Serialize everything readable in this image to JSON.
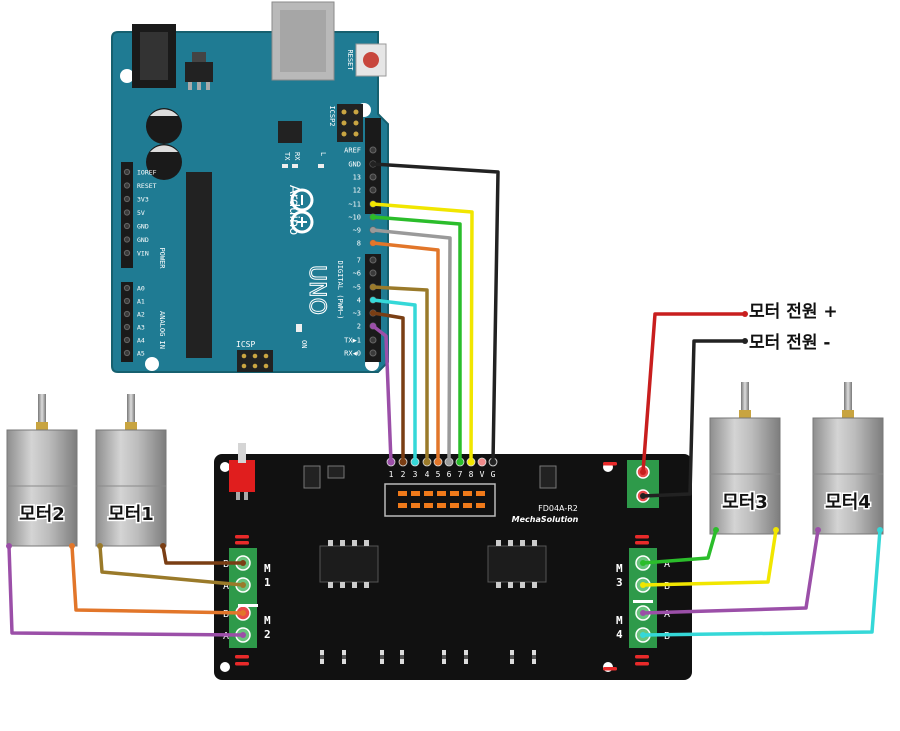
{
  "arduino": {
    "reset_label": "RESET",
    "icsp2_label": "ICSP2",
    "tx_label": "TX",
    "rx_label": "RX",
    "l_label": "L",
    "brand": "Arduino",
    "model": "UNO",
    "on_label": "ON",
    "icsp_label": "ICSP",
    "digital_label": "DIGITAL (PWM~)",
    "power_label": "POWER",
    "analog_label": "ANALOG IN",
    "right_pins": [
      "AREF",
      "GND",
      "13",
      "12",
      "~11",
      "~10",
      "~9",
      "8",
      "7",
      "~6",
      "~5",
      "4",
      "~3",
      "2",
      "TX▶1",
      "RX◀0"
    ],
    "left_power_pins": [
      "IOREF",
      "RESET",
      "3V3",
      "5V",
      "GND",
      "GND",
      "VIN"
    ],
    "left_analog_pins": [
      "A0",
      "A1",
      "A2",
      "A3",
      "A4",
      "A5"
    ]
  },
  "driver": {
    "model": "FD04A-R2",
    "maker": "MechaSolution",
    "header_pins": [
      "1",
      "2",
      "3",
      "4",
      "5",
      "6",
      "7",
      "8",
      "V",
      "G"
    ],
    "plus_label": "+",
    "m1_letter": "M",
    "m1_num": "1",
    "m2_letter": "M",
    "m2_num": "2",
    "m3_letter": "M",
    "m3_num": "3",
    "m4_letter": "M",
    "m4_num": "4",
    "left_ab": [
      "B",
      "A",
      "B",
      "A"
    ],
    "right_ab": [
      "A",
      "B",
      "A",
      "B"
    ]
  },
  "motors": {
    "motor1": "모터1",
    "motor2": "모터2",
    "motor3": "모터3",
    "motor4": "모터4"
  },
  "power": {
    "plus_label": "모터 전원 +",
    "minus_label": "모터 전원 -"
  },
  "colors": {
    "arduino_board": "#1f7b93",
    "driver_board": "#111111",
    "terminal": "#2e9a4a",
    "wire_black": "#222222",
    "wire_yellow": "#f1e600",
    "wire_green": "#2bbd2b",
    "wire_gray": "#9a9a9a",
    "wire_orange": "#e2762a",
    "wire_olive": "#9a7a2a",
    "wire_cyan": "#35d8d8",
    "wire_brown": "#7a3e14",
    "wire_purple": "#9b4fa8",
    "wire_red": "#c81e1e"
  }
}
